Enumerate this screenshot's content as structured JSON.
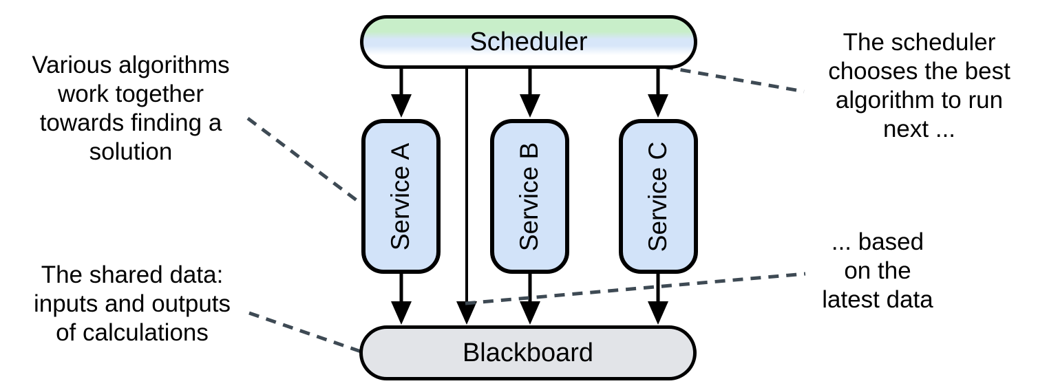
{
  "diagram": {
    "type": "blackboard-architecture",
    "nodes": {
      "scheduler": {
        "label": "Scheduler"
      },
      "service_a": {
        "label": "Service A"
      },
      "service_b": {
        "label": "Service B"
      },
      "service_c": {
        "label": "Service C"
      },
      "blackboard": {
        "label": "Blackboard"
      }
    },
    "edges": [
      {
        "from": "scheduler",
        "to": "service_a",
        "style": "solid-arrow"
      },
      {
        "from": "scheduler",
        "to": "service_b",
        "style": "solid-arrow"
      },
      {
        "from": "scheduler",
        "to": "service_c",
        "style": "solid-arrow"
      },
      {
        "from": "scheduler",
        "to": "blackboard",
        "style": "solid-arrow"
      },
      {
        "from": "service_a",
        "to": "blackboard",
        "style": "solid-arrow"
      },
      {
        "from": "service_b",
        "to": "blackboard",
        "style": "solid-arrow"
      },
      {
        "from": "service_c",
        "to": "blackboard",
        "style": "solid-arrow"
      }
    ],
    "annotations": {
      "left_top": "Various algorithms\nwork together\ntowards finding a\nsolution",
      "right_top": "The scheduler\nchooses the best\nalgorithm to run\nnext ...",
      "left_bottom": "The shared data:\ninputs and outputs\nof calculations",
      "right_bottom": "... based\non the\nlatest data"
    },
    "callouts": [
      {
        "text_ref": "left_top",
        "points_to": "service_a"
      },
      {
        "text_ref": "right_top",
        "points_to": "scheduler"
      },
      {
        "text_ref": "left_bottom",
        "points_to": "blackboard"
      },
      {
        "text_ref": "right_bottom",
        "points_to": "scheduler-to-blackboard-edge"
      }
    ],
    "colors": {
      "scheduler_gradient_top": "#c8eec9",
      "scheduler_gradient_mid": "#d7e6f9",
      "scheduler_gradient_bottom": "#ffffff",
      "service_fill": "#d2e3f9",
      "blackboard_fill": "#e2e4e8",
      "node_border": "#000000",
      "arrow": "#000000",
      "callout_dash": "#3e4a54",
      "text": "#000000",
      "background": "#ffffff"
    }
  }
}
